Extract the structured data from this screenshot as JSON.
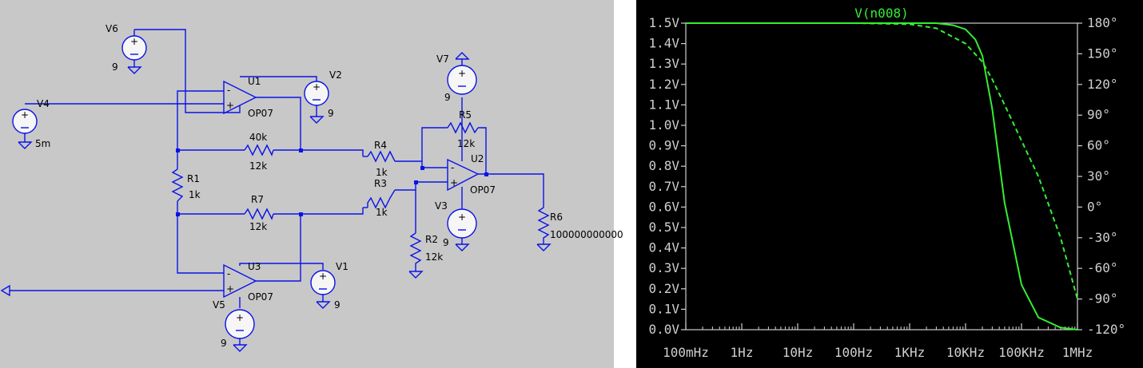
{
  "schematic": {
    "components": [
      {
        "id": "V6",
        "value": "9"
      },
      {
        "id": "V4",
        "value": "5m"
      },
      {
        "id": "U1",
        "value": "OP07"
      },
      {
        "id": "V2",
        "value": "9"
      },
      {
        "id": "R1",
        "value": "1k"
      },
      {
        "id": "R_top",
        "value": "40k",
        "value2": "12k"
      },
      {
        "id": "R7",
        "value": "12k"
      },
      {
        "id": "U3",
        "value": "OP07"
      },
      {
        "id": "V1",
        "value": "9"
      },
      {
        "id": "V5",
        "value": "9"
      },
      {
        "id": "R4",
        "value": "1k"
      },
      {
        "id": "R3",
        "value": "1k"
      },
      {
        "id": "R2",
        "value": "12k"
      },
      {
        "id": "V7",
        "value": "9"
      },
      {
        "id": "R5",
        "value": "12k"
      },
      {
        "id": "U2",
        "value": "OP07"
      },
      {
        "id": "V3",
        "value": "9"
      },
      {
        "id": "R6",
        "value": "100000000000"
      }
    ]
  },
  "plot": {
    "trace_name": "V(n008)",
    "colors": {
      "trace": "#33ee33",
      "axis": "#cfcfcf",
      "background": "#000000",
      "wire": "#0a13e8"
    },
    "chart_data": {
      "type": "line",
      "x_scale": "log",
      "x_ticks": [
        "100mHz",
        "1Hz",
        "10Hz",
        "100Hz",
        "1KHz",
        "10KHz",
        "100KHz",
        "1MHz"
      ],
      "y_left_ticks": [
        "1.5V",
        "1.4V",
        "1.3V",
        "1.2V",
        "1.1V",
        "1.0V",
        "0.9V",
        "0.8V",
        "0.7V",
        "0.6V",
        "0.5V",
        "0.4V",
        "0.3V",
        "0.2V",
        "0.1V",
        "0.0V"
      ],
      "y_right_ticks": [
        "180°",
        "150°",
        "120°",
        "90°",
        "60°",
        "30°",
        "0°",
        "-30°",
        "-60°",
        "-90°",
        "-120°"
      ],
      "xlim": [
        0.1,
        1000000
      ],
      "ylim_left": [
        0,
        1.5
      ],
      "ylim_right": [
        -120,
        180
      ],
      "series": [
        {
          "name": "V(n008)",
          "style": "solid",
          "axis": "left",
          "x": [
            0.1,
            1,
            10,
            100,
            1000,
            3000,
            6000,
            10000,
            15000,
            20000,
            30000,
            50000,
            100000,
            200000,
            500000,
            1000000
          ],
          "y": [
            1.5,
            1.5,
            1.5,
            1.5,
            1.5,
            1.5,
            1.49,
            1.47,
            1.42,
            1.34,
            1.08,
            0.62,
            0.22,
            0.06,
            0.01,
            0.0
          ]
        },
        {
          "name": "",
          "style": "dashed",
          "axis": "right",
          "x": [
            0.1,
            1,
            10,
            100,
            1000,
            3000,
            10000,
            20000,
            30000,
            50000,
            100000,
            200000,
            500000,
            1000000
          ],
          "y": [
            180,
            180,
            180,
            180,
            179,
            175,
            160,
            142,
            125,
            100,
            65,
            30,
            -30,
            -90
          ]
        }
      ]
    }
  }
}
